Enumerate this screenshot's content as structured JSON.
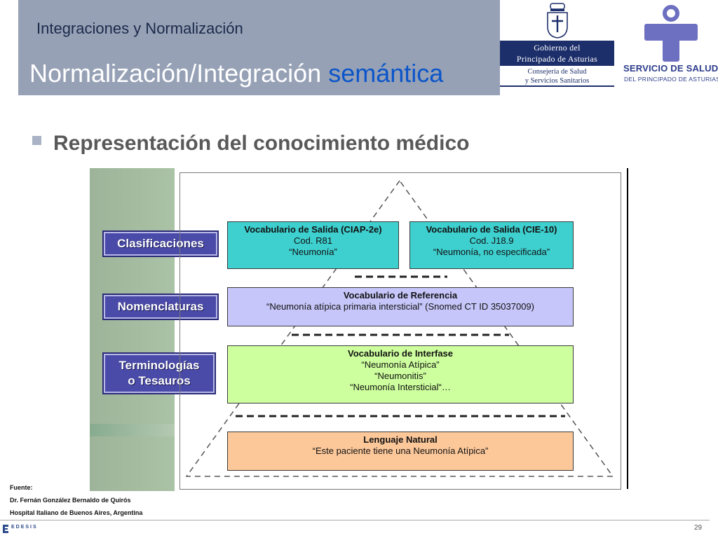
{
  "header": {
    "subtitle": "Integraciones y Normalización",
    "title_main": "Normalización/Integración",
    "title_accent": "semántica"
  },
  "logos": {
    "gobierno": {
      "line1": "Gobierno del",
      "line2": "Principado de Asturias",
      "sub1": "Consejería de Salud",
      "sub2": "y Servicios Sanitarios"
    },
    "servicio": {
      "name": "SERVICIO DE SALUD",
      "sub": "DEL PRINCIPADO DE ASTURIAS"
    },
    "edesis": "EDESIS"
  },
  "heading": "Representación del conocimiento médico",
  "categories": {
    "clasificaciones": "Clasificaciones",
    "nomenclaturas": "Nomenclaturas",
    "terminologias_l1": "Terminologías",
    "terminologias_l2": "o Tesauros"
  },
  "boxes": {
    "ciap": {
      "title": "Vocabulario de Salida (CIAP-2e)",
      "line1": "Cod. R81",
      "line2": "“Neumonía”"
    },
    "cie": {
      "title": "Vocabulario de Salida (CIE-10)",
      "line1": "Cod. J18.9",
      "line2": "“Neumonía, no especificada”"
    },
    "referencia": {
      "title": "Vocabulario de Referencia",
      "line1": "“Neumonía atípica primaria intersticial” (Snomed CT ID 35037009)"
    },
    "interfase": {
      "title": "Vocabulario de Interfase",
      "line1": "“Neumonía Atípica”",
      "line2": "“Neumonitis”",
      "line3": "“Neumonía Intersticial“…"
    },
    "natural": {
      "title": "Lenguaje Natural",
      "line1": "“Este paciente tiene una Neumonía Atípica”"
    }
  },
  "source": {
    "label": "Fuente:",
    "author": "Dr. Fernán González Bernaldo de Quirós",
    "institution": "Hospital Italiano de Buenos Aires, Argentina"
  },
  "page_number": "29",
  "colors": {
    "header_band": "#96a1b6",
    "accent": "#0b55c9",
    "category_label": "#4a4aa8",
    "box_salida": "#3ecfcf",
    "box_referencia": "#c6c6fa",
    "box_interfase": "#ceff9e",
    "box_natural": "#fcc89a"
  }
}
